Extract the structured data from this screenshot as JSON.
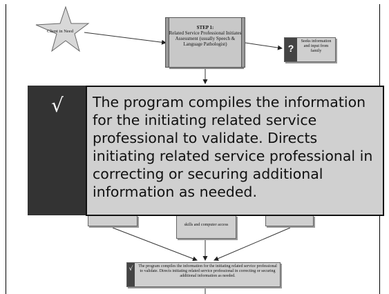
{
  "flowchart": {
    "start_node": {
      "label": "Client in Need"
    },
    "step1": {
      "title": "STEP 1:",
      "text": "Related Service Professional Initiates Assessment (usually Speech & Language Pathologist)"
    },
    "seek_info": {
      "icon": "?",
      "text": "Seeks information and input from family"
    },
    "middle_partial": {
      "text": "skills and computer access"
    },
    "bottom": {
      "icon": "√",
      "text": "The program compiles the information for the initiating related service professional to validate. Directs initiating related service professional in correcting or securing additional information as needed."
    }
  },
  "callout": {
    "icon": "√",
    "text": "The program compiles the information for the initiating related service professional to validate. Directs initiating related service professional in correcting or securing additional information as needed."
  },
  "colors": {
    "box_fill": "#cfcfcf",
    "dark_panel": "#333333",
    "border": "#111111"
  }
}
